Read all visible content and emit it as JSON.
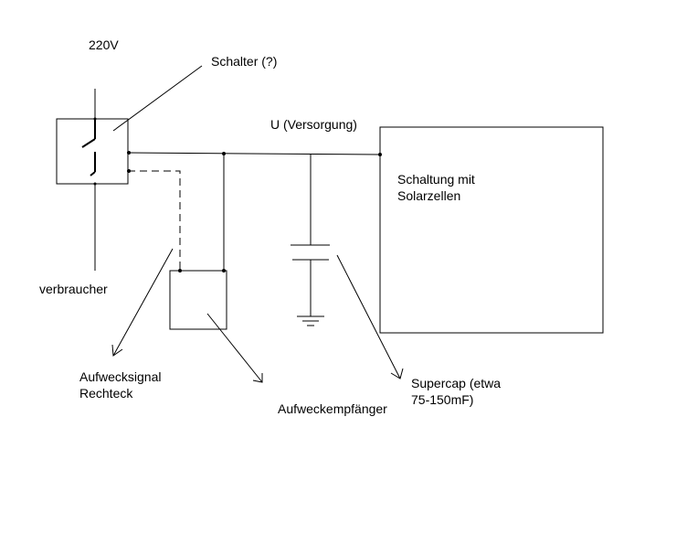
{
  "labels": {
    "voltage": "220V",
    "switch": "Schalter (?)",
    "supply": "U (Versorgung)",
    "circuit_line1": "Schaltung mit",
    "circuit_line2": "Solarzellen",
    "consumer": "verbraucher",
    "wake_signal_line1": "Aufwecksignal",
    "wake_signal_line2": "Rechteck",
    "wake_receiver": "Aufweckempfänger",
    "supercap_line1": "Supercap (etwa",
    "supercap_line2": "75-150mF)"
  },
  "colors": {
    "line": "#000000",
    "background": "#ffffff"
  }
}
